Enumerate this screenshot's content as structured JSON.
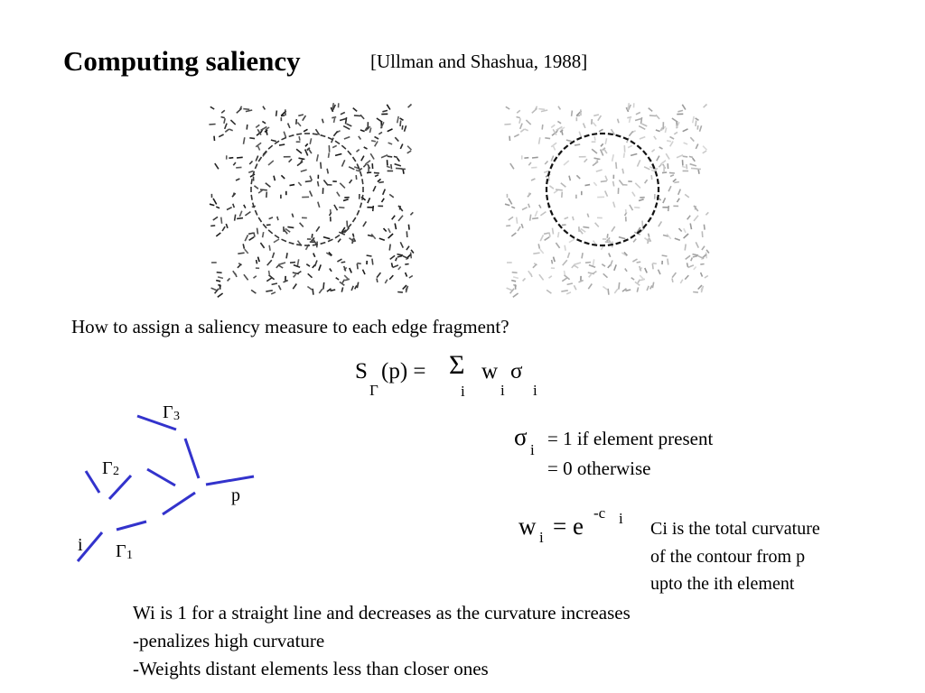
{
  "title": "Computing saliency",
  "citation": "[Ullman and Shashua, 1988]",
  "question": "How to assign a saliency measure to each edge fragment?",
  "formula": {
    "S": "S",
    "S_sub": "Γ",
    "arg": "(p) =",
    "sum": "Σ",
    "sum_sub": "i",
    "w": "w",
    "w_sub": "i",
    "sigma": "σ",
    "sigma_sub": "i"
  },
  "diagram": {
    "label_gamma3": "Γ",
    "label_gamma3_sub": "3",
    "label_gamma2": "Γ",
    "label_gamma2_sub": "2",
    "label_gamma1": "Γ",
    "label_gamma1_sub": "1",
    "label_p": "p",
    "label_i": "i",
    "line_color": "#3333cc"
  },
  "sigma_def": {
    "symbol": "σ",
    "sub": "i",
    "line1": "= 1 if element present",
    "line2": "= 0 otherwise"
  },
  "weight_def": {
    "w": "w",
    "w_sub": "i",
    "eq": "= e",
    "exp": "-c",
    "exp_sub": "i"
  },
  "curvature_note": [
    "Ci is the total curvature",
    "of the contour from p",
    "upto the ith element"
  ],
  "notes": [
    "Wi is 1 for a straight line and decreases as the curvature increases",
    "-penalizes high curvature",
    "-Weights distant elements less than closer ones"
  ],
  "images": {
    "left_caption": "",
    "right_caption": ""
  }
}
